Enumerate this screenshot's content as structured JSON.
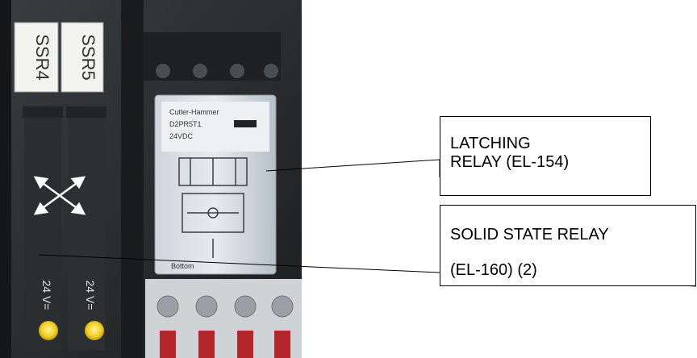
{
  "photo": {
    "relay_labels": [
      "SSR4",
      "SSR5"
    ],
    "voltage_labels": [
      "24 V=",
      "24 V="
    ],
    "relay_brand": "Cutler-Hammer",
    "relay_model": "D2PR5T1",
    "relay_rating": "24VDC",
    "relay_footer": "Bottom"
  },
  "callouts": {
    "latching": {
      "line1": "LATCHING",
      "line2": "RELAY (EL-154)"
    },
    "solid_state": {
      "line1": "SOLID STATE RELAY",
      "line2": "(EL-160) (2)"
    }
  },
  "colors": {
    "panel_dark": "#2c2f31",
    "indicator": "#f2cf1f",
    "terminal_wire": "#b3262a"
  }
}
